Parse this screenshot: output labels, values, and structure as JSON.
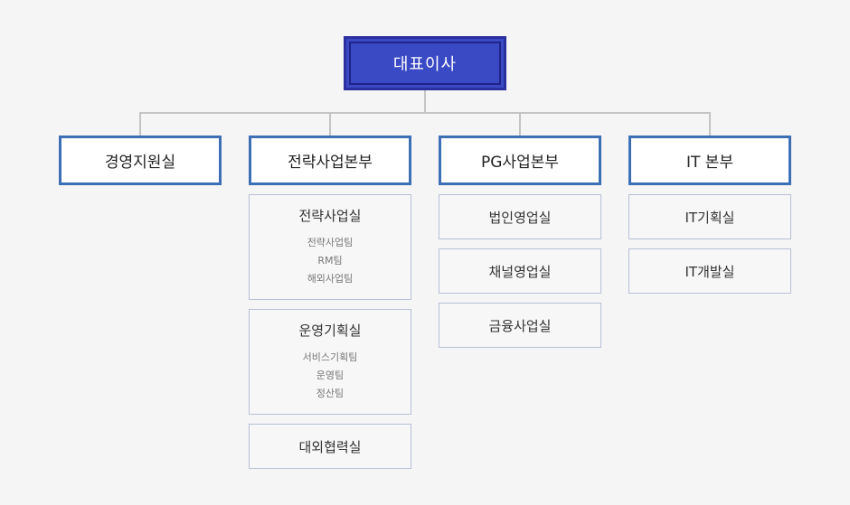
{
  "ceo": {
    "label": "대표이사"
  },
  "departments": [
    {
      "label": "경영지원실",
      "offices": []
    },
    {
      "label": "전략사업본부",
      "offices": [
        {
          "label": "전략사업실",
          "teams": [
            "전략사업팀",
            "RM팀",
            "해외사업팀"
          ]
        },
        {
          "label": "운영기획실",
          "teams": [
            "서비스기획팀",
            "운영팀",
            "정산팀"
          ]
        },
        {
          "label": "대외협력실",
          "teams": []
        }
      ]
    },
    {
      "label": "PG사업본부",
      "offices": [
        {
          "label": "법인영업실",
          "teams": []
        },
        {
          "label": "채널영업실",
          "teams": []
        },
        {
          "label": "금융사업실",
          "teams": []
        }
      ]
    },
    {
      "label": "IT 본부",
      "offices": [
        {
          "label": "IT기획실",
          "teams": []
        },
        {
          "label": "IT개발실",
          "teams": []
        }
      ]
    }
  ],
  "colors": {
    "ceo_fill": "#3a4ac4",
    "ceo_border": "#2b2f9f",
    "dept_border": "#3d6fb5",
    "office_border": "#b6c0d6",
    "connector": "#c4c4c4",
    "background": "#f5f5f5"
  }
}
